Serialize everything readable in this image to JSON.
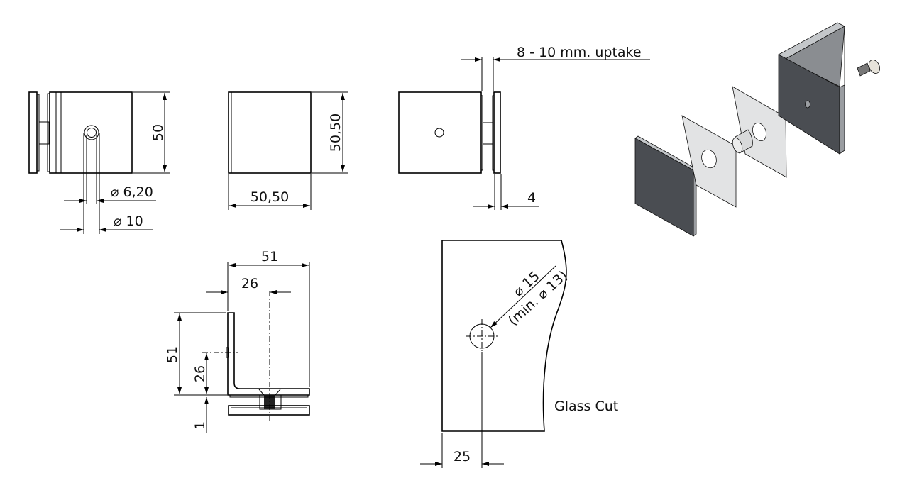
{
  "drawing": {
    "front_view": {
      "height_dim": "50",
      "inner_dia_dim": "⌀ 6,20",
      "outer_dia_dim": "⌀ 10"
    },
    "cover_view": {
      "height_dim": "50,50",
      "width_dim": "50,50"
    },
    "side_view": {
      "uptake_dim": "8 - 10 mm. uptake",
      "plate_thickness_dim": "4"
    },
    "bracket_view": {
      "width_dim": "51",
      "center_dim": "26",
      "height_dim": "51",
      "hole_height_dim": "26",
      "gap_dim": "1"
    },
    "glass_cut": {
      "hole_dia": "⌀ 15",
      "min_hole_dia": "(min. ⌀ 13)",
      "edge_distance": "25",
      "label": "Glass Cut"
    },
    "exploded_view": {
      "colors": {
        "dark_plate": "#4a4d52",
        "clear_plate": "#e2e3e4",
        "edge": "#b8bbbf"
      }
    }
  }
}
